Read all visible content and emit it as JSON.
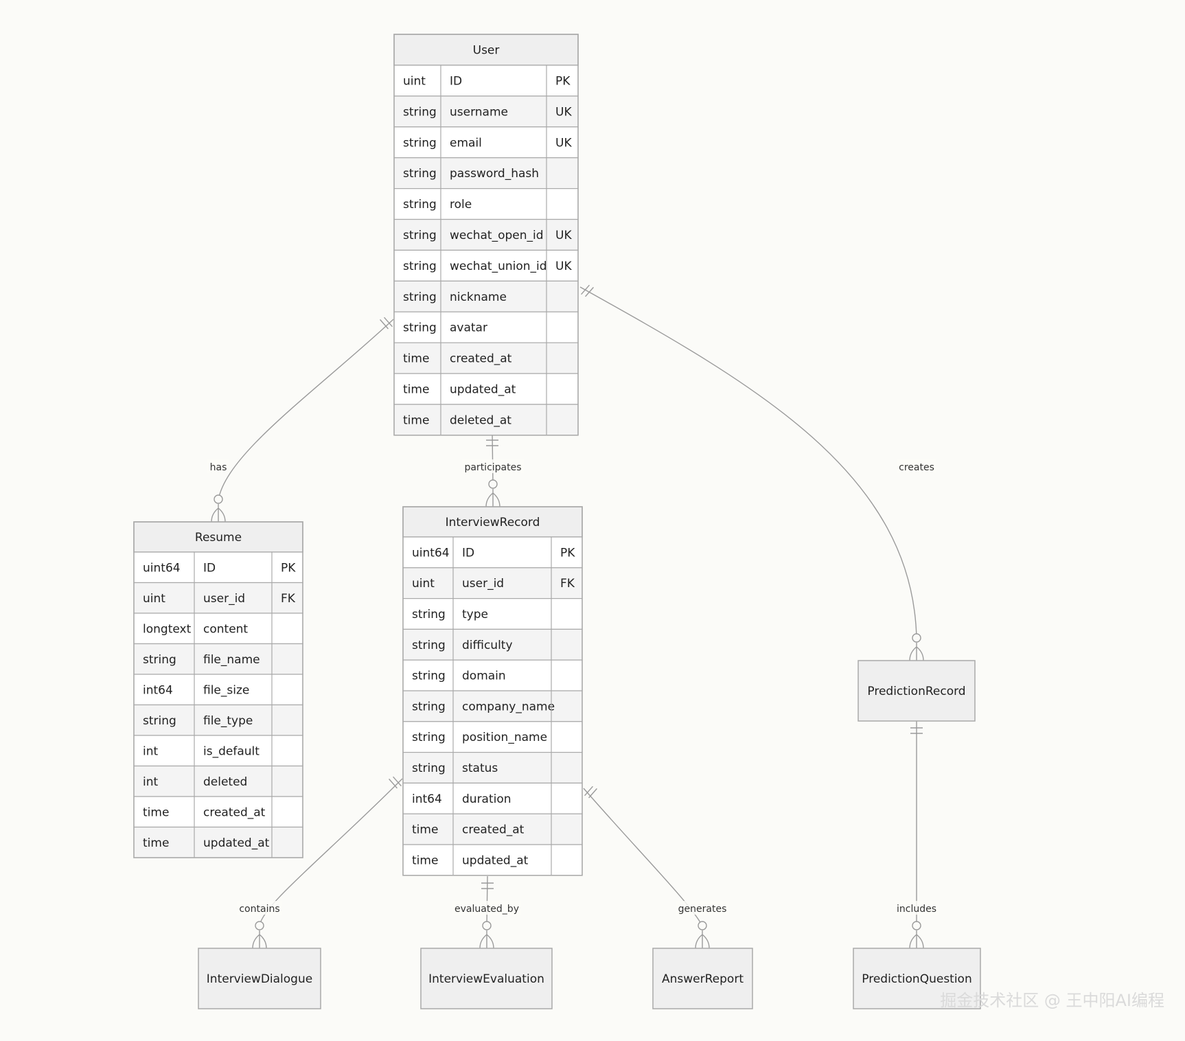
{
  "entities": [
    {
      "name": "User",
      "attributes": [
        {
          "type": "uint",
          "name": "ID",
          "key": "PK"
        },
        {
          "type": "string",
          "name": "username",
          "key": "UK"
        },
        {
          "type": "string",
          "name": "email",
          "key": "UK"
        },
        {
          "type": "string",
          "name": "password_hash",
          "key": ""
        },
        {
          "type": "string",
          "name": "role",
          "key": ""
        },
        {
          "type": "string",
          "name": "wechat_open_id",
          "key": "UK"
        },
        {
          "type": "string",
          "name": "wechat_union_id",
          "key": "UK"
        },
        {
          "type": "string",
          "name": "nickname",
          "key": ""
        },
        {
          "type": "string",
          "name": "avatar",
          "key": ""
        },
        {
          "type": "time",
          "name": "created_at",
          "key": ""
        },
        {
          "type": "time",
          "name": "updated_at",
          "key": ""
        },
        {
          "type": "time",
          "name": "deleted_at",
          "key": ""
        }
      ]
    },
    {
      "name": "Resume",
      "attributes": [
        {
          "type": "uint64",
          "name": "ID",
          "key": "PK"
        },
        {
          "type": "uint",
          "name": "user_id",
          "key": "FK"
        },
        {
          "type": "longtext",
          "name": "content",
          "key": ""
        },
        {
          "type": "string",
          "name": "file_name",
          "key": ""
        },
        {
          "type": "int64",
          "name": "file_size",
          "key": ""
        },
        {
          "type": "string",
          "name": "file_type",
          "key": ""
        },
        {
          "type": "int",
          "name": "is_default",
          "key": ""
        },
        {
          "type": "int",
          "name": "deleted",
          "key": ""
        },
        {
          "type": "time",
          "name": "created_at",
          "key": ""
        },
        {
          "type": "time",
          "name": "updated_at",
          "key": ""
        }
      ]
    },
    {
      "name": "InterviewRecord",
      "attributes": [
        {
          "type": "uint64",
          "name": "ID",
          "key": "PK"
        },
        {
          "type": "uint",
          "name": "user_id",
          "key": "FK"
        },
        {
          "type": "string",
          "name": "type",
          "key": ""
        },
        {
          "type": "string",
          "name": "difficulty",
          "key": ""
        },
        {
          "type": "string",
          "name": "domain",
          "key": ""
        },
        {
          "type": "string",
          "name": "company_name",
          "key": ""
        },
        {
          "type": "string",
          "name": "position_name",
          "key": ""
        },
        {
          "type": "string",
          "name": "status",
          "key": ""
        },
        {
          "type": "int64",
          "name": "duration",
          "key": ""
        },
        {
          "type": "time",
          "name": "created_at",
          "key": ""
        },
        {
          "type": "time",
          "name": "updated_at",
          "key": ""
        }
      ]
    },
    {
      "name": "PredictionRecord",
      "attributes": []
    },
    {
      "name": "InterviewDialogue",
      "attributes": []
    },
    {
      "name": "InterviewEvaluation",
      "attributes": []
    },
    {
      "name": "AnswerReport",
      "attributes": []
    },
    {
      "name": "PredictionQuestion",
      "attributes": []
    }
  ],
  "relationships": [
    {
      "from": "User",
      "to": "Resume",
      "label": "has",
      "from_card": "one",
      "to_card": "zero-or-many"
    },
    {
      "from": "User",
      "to": "InterviewRecord",
      "label": "participates",
      "from_card": "one",
      "to_card": "zero-or-many"
    },
    {
      "from": "User",
      "to": "PredictionRecord",
      "label": "creates",
      "from_card": "one",
      "to_card": "zero-or-many"
    },
    {
      "from": "InterviewRecord",
      "to": "InterviewDialogue",
      "label": "contains",
      "from_card": "one",
      "to_card": "zero-or-many"
    },
    {
      "from": "InterviewRecord",
      "to": "InterviewEvaluation",
      "label": "evaluated_by",
      "from_card": "one",
      "to_card": "zero-or-many"
    },
    {
      "from": "InterviewRecord",
      "to": "AnswerReport",
      "label": "generates",
      "from_card": "one",
      "to_card": "zero-or-many"
    },
    {
      "from": "PredictionRecord",
      "to": "PredictionQuestion",
      "label": "includes",
      "from_card": "one",
      "to_card": "zero-or-many"
    }
  ],
  "watermark": "掘金技术社区 @ 王中阳AI编程",
  "colors": {
    "background": "#fbfbf8",
    "header_fill": "#efefef",
    "row_alt_fill": "#f4f4f4",
    "row_fill": "#ffffff",
    "border": "#a9a9a9",
    "line": "#9a9a9a"
  }
}
